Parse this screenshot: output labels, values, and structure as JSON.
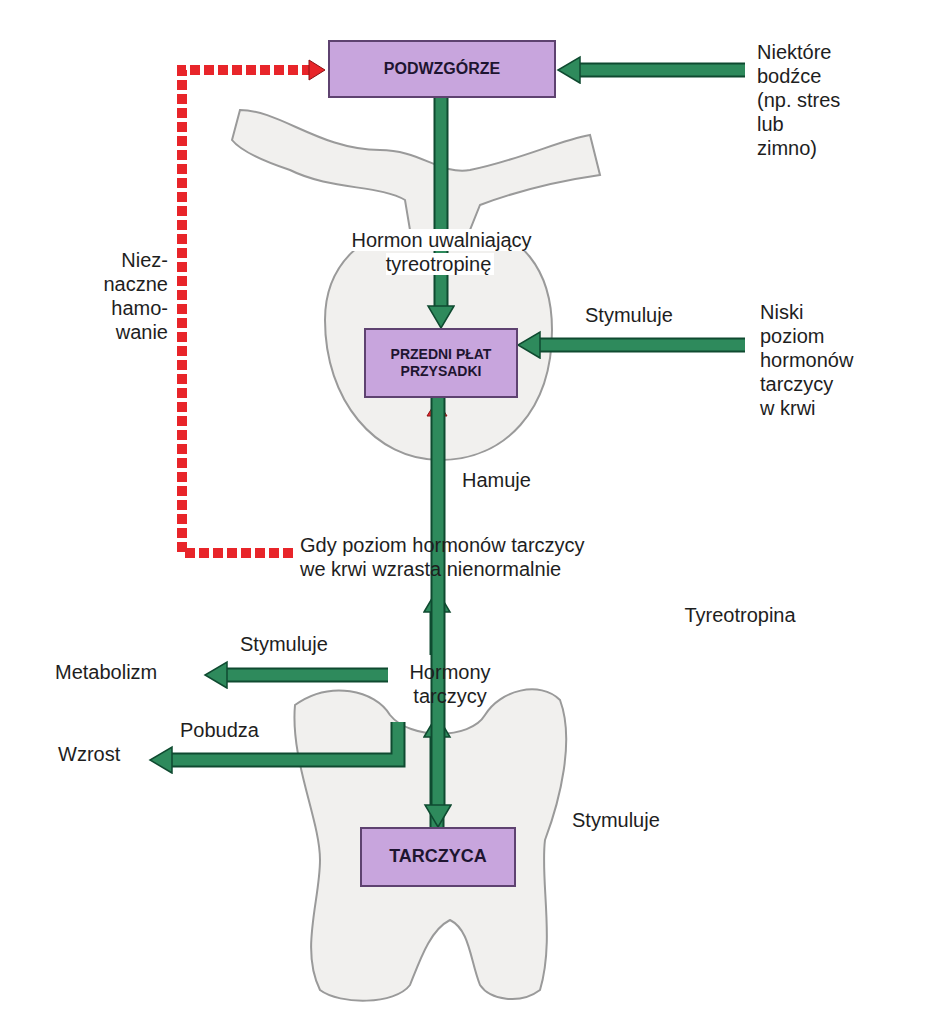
{
  "diagram": {
    "nodes": [
      {
        "text": [
          "PODWZGÓRZE"
        ]
      },
      {
        "text": [
          "PRZEDNI PŁAT PRZYSADKI"
        ]
      },
      {
        "text": [
          "TARCZYCA"
        ]
      }
    ],
    "edges": [
      {
        "from": 0,
        "to": 1,
        "arrow": "to",
        "label": "Hormon uwalniający tyreotropinę"
      },
      {
        "from": 1,
        "to": 2,
        "arrow": "to",
        "label": "Tyreotropina"
      }
    ],
    "labels": [
      "Niektóre bodźce (np. stres lub zimno)",
      "Stymuluje",
      "Niski poziom hormonów tarczycy w krwi",
      "Niez- naczne hamo- wanie",
      "Hamuje",
      "Gdy poziom hormonów tarczycy we krwi wzrasta nienormalnie",
      "Stymuluje",
      "Metabolizm",
      "Hormony tarczycy",
      "Pobudza",
      "Wzrost",
      "Stymuluje"
    ]
  }
}
